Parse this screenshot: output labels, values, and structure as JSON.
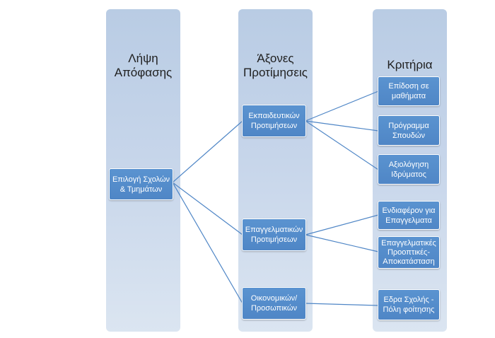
{
  "columns": [
    {
      "heading_line1": "Λήψη",
      "heading_line2": "Απόφασης"
    },
    {
      "heading_line1": "Άξονες",
      "heading_line2": "Προτίμησεις"
    },
    {
      "heading_line1": "Κριτήρια",
      "heading_line2": ""
    }
  ],
  "root": {
    "line1": "Επιλογή Σχολών",
    "line2": "& Τμημάτων"
  },
  "axes": [
    {
      "line1": "Εκπαιδευτικών",
      "line2": "Προτιμήσεων"
    },
    {
      "line1": "Επαγγελματικών",
      "line2": "Προτιμήσεων"
    },
    {
      "line1": "Οικονομικών/",
      "line2": "Προσωπικών"
    }
  ],
  "criteria": [
    {
      "line1": "Επίδοση σε",
      "line2": "μαθήματα",
      "line3": ""
    },
    {
      "line1": "Πρόγραμμα",
      "line2": "Σπουδών",
      "line3": ""
    },
    {
      "line1": "Αξιολόγηση",
      "line2": "Ιδρύματος",
      "line3": ""
    },
    {
      "line1": "Ενδιαφέρον για",
      "line2": "Επαγγελματα",
      "line3": ""
    },
    {
      "line1": "Επαγγελματικές",
      "line2": "Προοπτικές-",
      "line3": "Αποκατάσταση"
    },
    {
      "line1": "Εδρα Σχολής -",
      "line2": "Πόλη φοίτησης",
      "line3": ""
    }
  ],
  "colors": {
    "node": "#4f86c6",
    "column": "#c6d5ea",
    "connector": "#4f86c6"
  }
}
